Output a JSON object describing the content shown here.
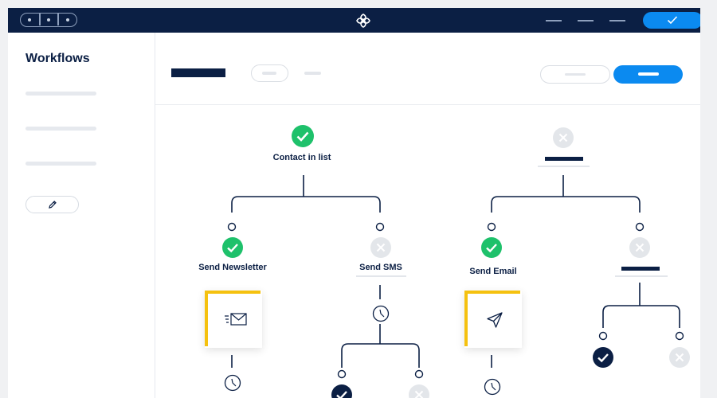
{
  "app": {
    "sidebar_title": "Workflows"
  },
  "icons": {
    "logo": "sendinblue-logo-icon",
    "top_confirm": "check-icon",
    "edit": "pencil-icon",
    "card_newsletter": "envelope-icon",
    "card_email": "paper-plane-icon",
    "wait": "clock-icon",
    "success": "check-circle-icon",
    "disabled": "x-circle-icon"
  },
  "colors": {
    "topbar": "#0b1f44",
    "accent": "#0b8af0",
    "success": "#1ec16b",
    "disabled": "#e3e6ea",
    "highlight": "#f5c10f",
    "text": "#0b1f44"
  },
  "workflow": {
    "left_tree": {
      "root_label": "Contact in list",
      "root_status": "success",
      "branch_yes": {
        "label": "Send Newsletter",
        "status": "success"
      },
      "branch_no": {
        "label": "Send SMS",
        "status": "disabled"
      }
    },
    "right_tree": {
      "root_label": "",
      "root_status": "disabled",
      "branch_yes": {
        "label": "Send Email",
        "status": "success"
      },
      "branch_no": {
        "label": "",
        "status": "disabled"
      }
    }
  }
}
